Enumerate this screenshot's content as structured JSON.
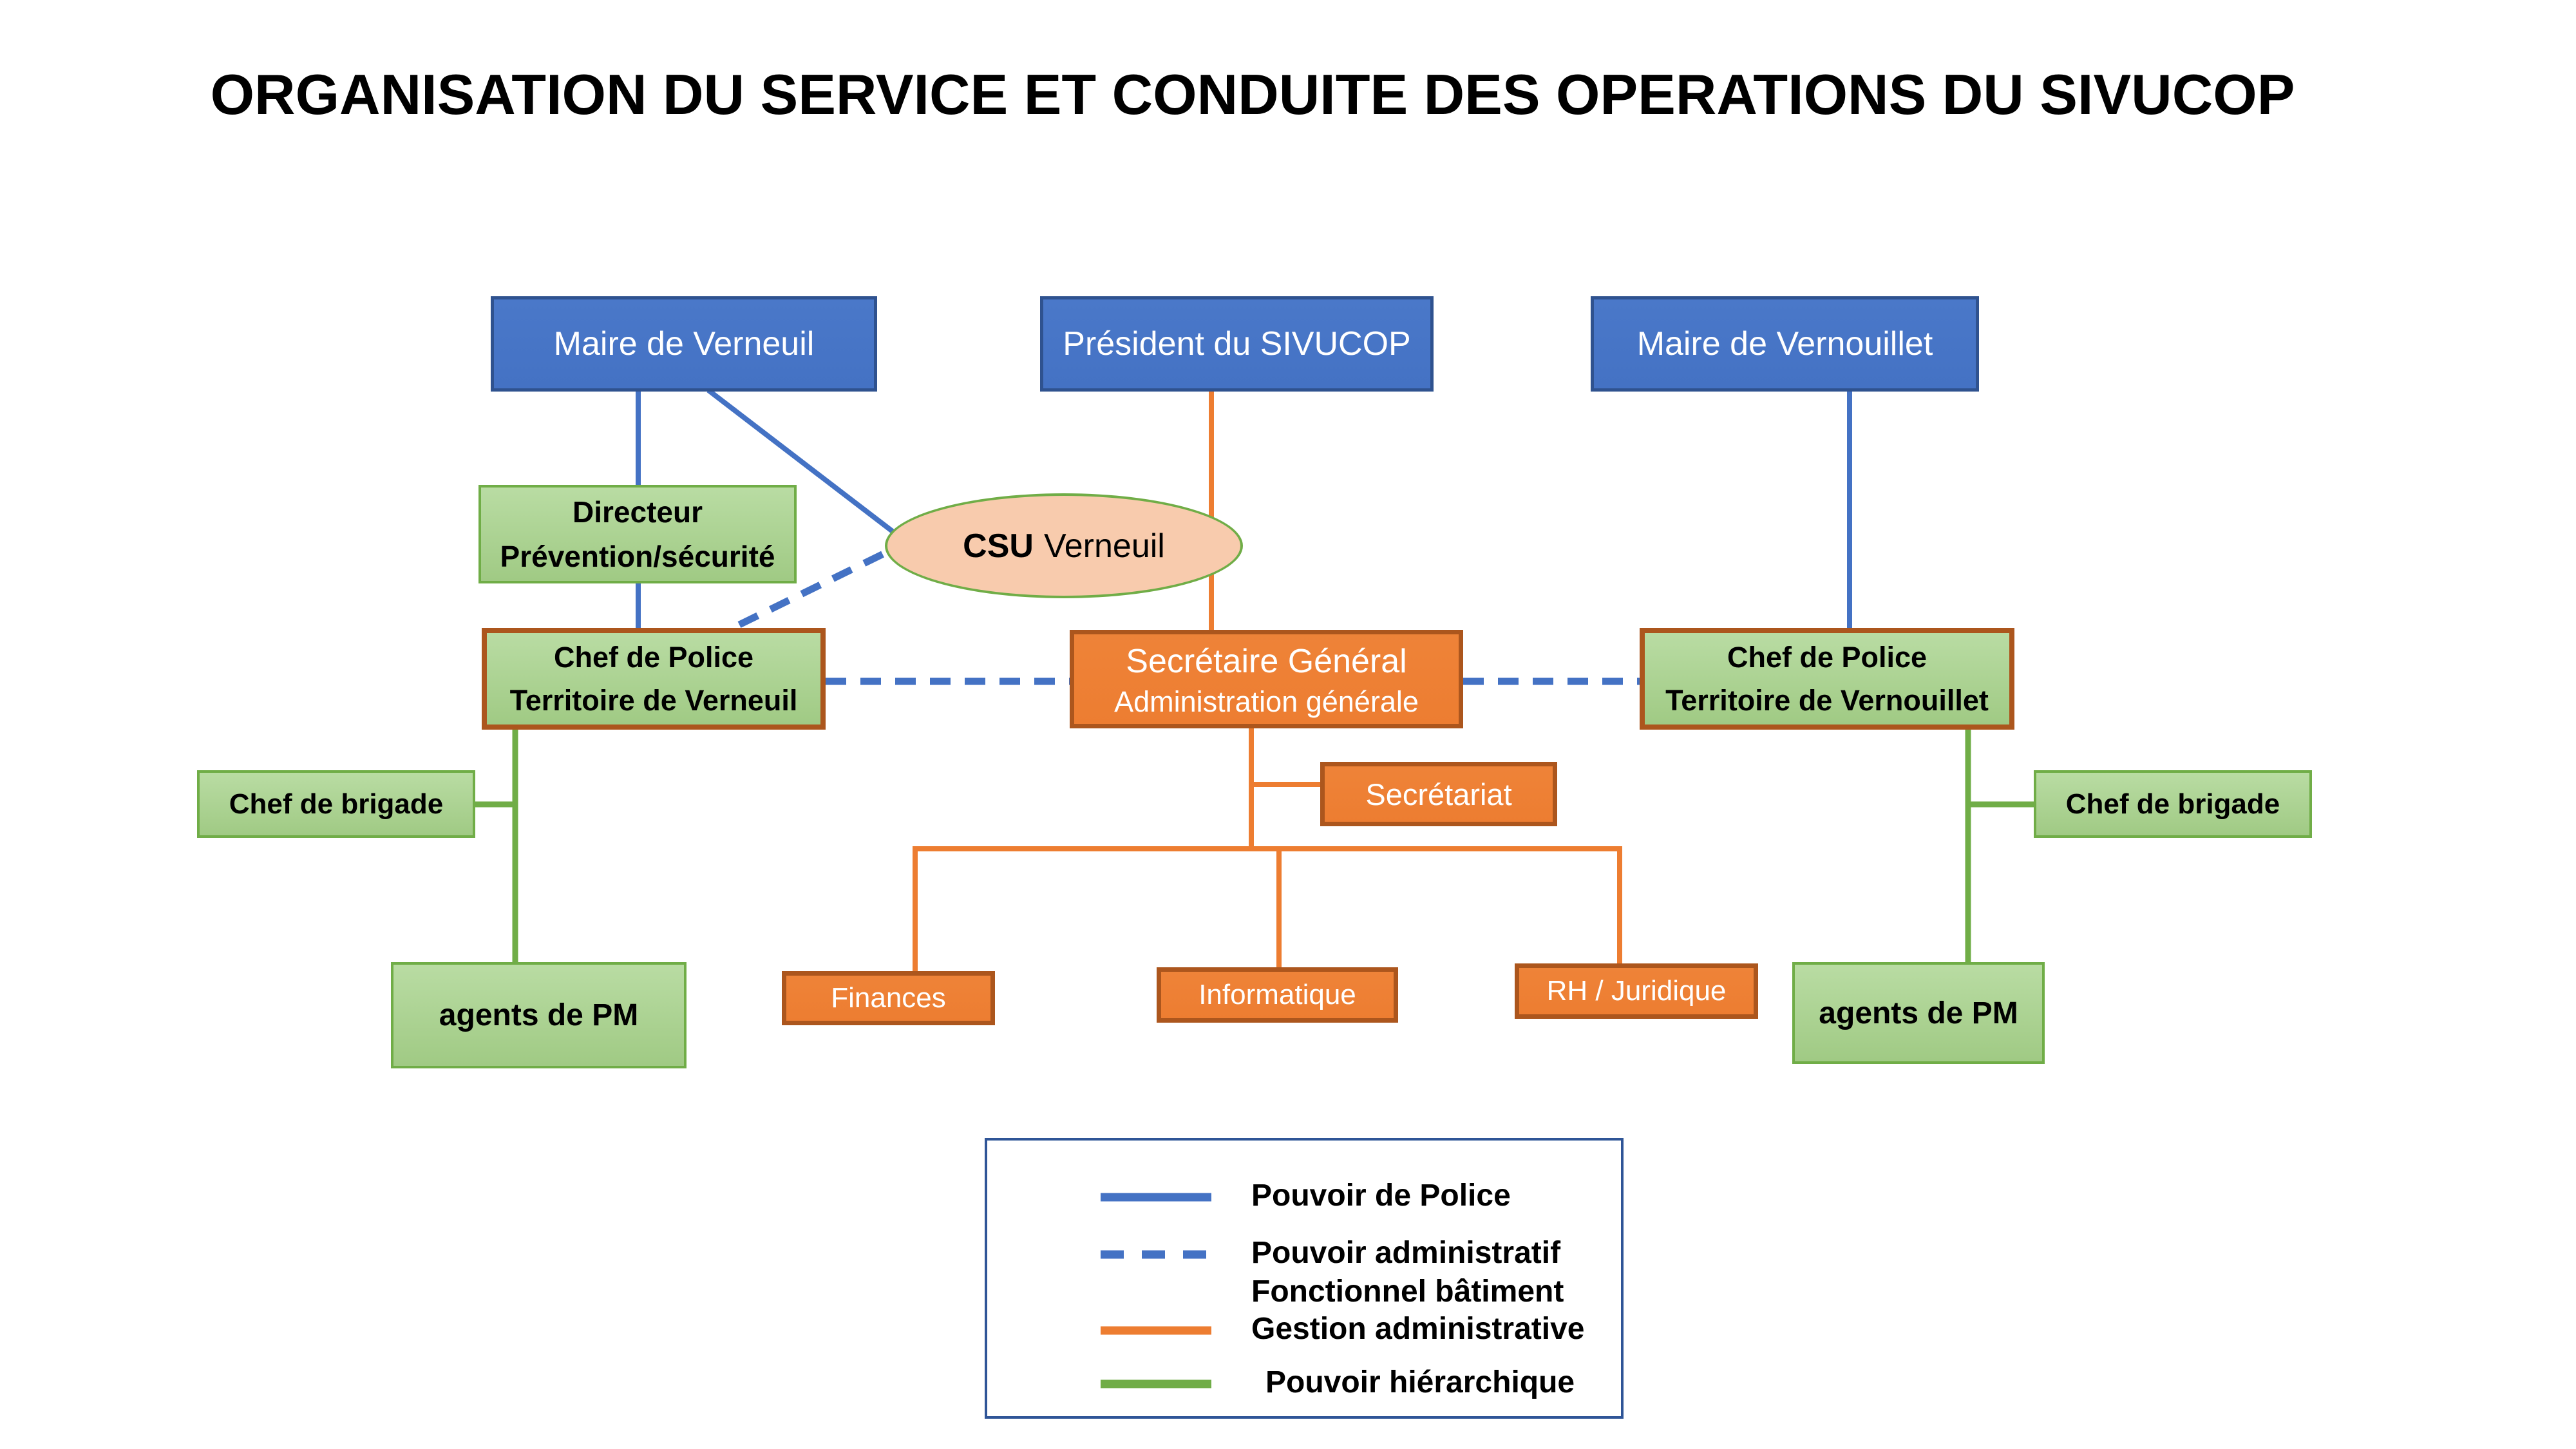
{
  "title": "ORGANISATION DU SERVICE ET CONDUITE DES OPERATIONS DU SIVUCOP",
  "nodes": {
    "maire_verneuil": {
      "label": "Maire de Verneuil"
    },
    "president_sivucop": {
      "label": "Président du SIVUCOP"
    },
    "maire_vernouillet": {
      "label": "Maire de Vernouillet"
    },
    "directeur": {
      "line1": "Directeur",
      "line2": "Prévention/sécurité"
    },
    "csu": {
      "bold": "CSU",
      "rest": "Verneuil"
    },
    "chef_police_verneuil": {
      "line1": "Chef de Police",
      "line2": "Territoire de Verneuil"
    },
    "secretaire_general": {
      "line1": "Secrétaire Général",
      "line2": "Administration générale"
    },
    "chef_police_vernouillet": {
      "line1": "Chef de Police",
      "line2": "Territoire de Vernouillet"
    },
    "chef_brigade_left": {
      "label": "Chef de brigade"
    },
    "chef_brigade_right": {
      "label": "Chef de brigade"
    },
    "secretariat": {
      "label": "Secrétariat"
    },
    "finances": {
      "label": "Finances"
    },
    "informatique": {
      "label": "Informatique"
    },
    "rh_juridique": {
      "label": "RH / Juridique"
    },
    "agents_pm_left": {
      "label": "agents de PM"
    },
    "agents_pm_right": {
      "label": "agents de PM"
    }
  },
  "legend": {
    "items": [
      {
        "style": "solid",
        "color": "#4472C4",
        "label": "Pouvoir de Police",
        "label2": ""
      },
      {
        "style": "dashed",
        "color": "#4472C4",
        "label": "Pouvoir administratif",
        "label2": "Fonctionnel bâtiment"
      },
      {
        "style": "solid",
        "color": "#ED7D31",
        "label": "Gestion administrative",
        "label2": ""
      },
      {
        "style": "solid",
        "color": "#70AD47",
        "label": "Pouvoir hiérarchique",
        "label2": ""
      }
    ]
  },
  "colors": {
    "police_blue": "#4472C4",
    "blue_border": "#2F528F",
    "gestion_orange": "#ED7D31",
    "orange_border": "#AC561D",
    "hierarchy_green": "#70AD47",
    "green_fill": "#A9D18E",
    "ellipse_fill": "#F8CBAD",
    "legend_border": "#2F5597"
  }
}
